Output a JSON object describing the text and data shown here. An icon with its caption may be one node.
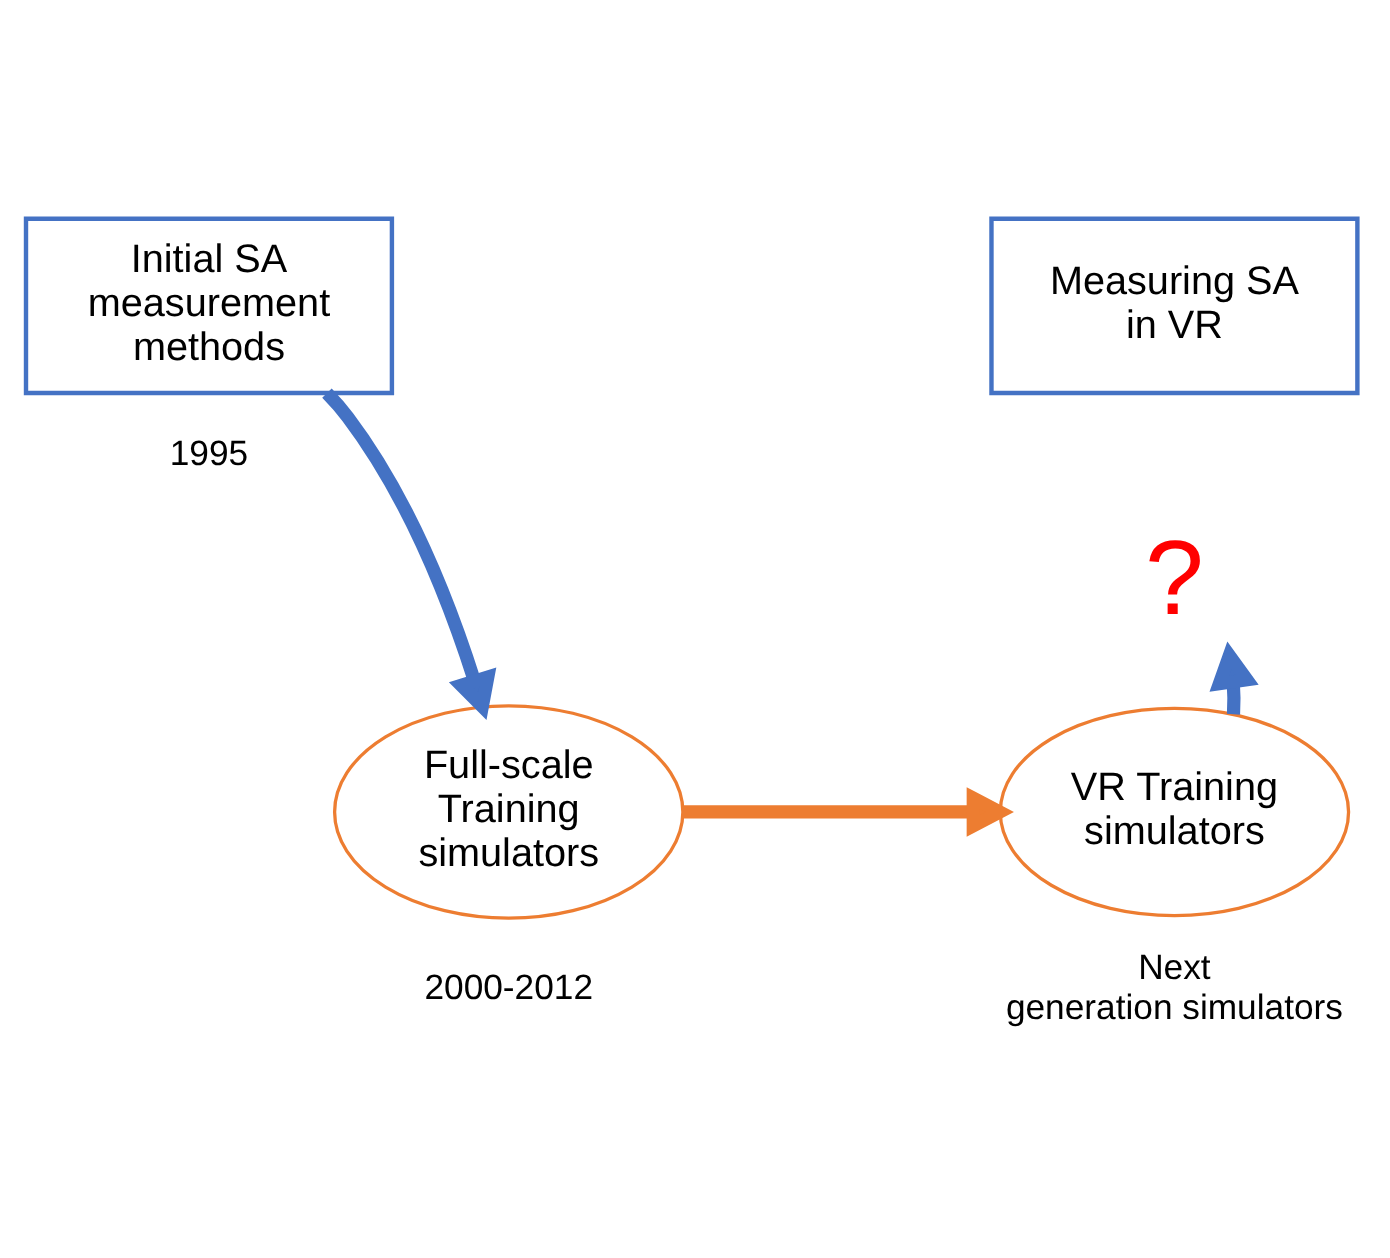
{
  "diagram": {
    "nodes": [
      {
        "text": [
          "Initial SA measurement methods"
        ],
        "beside": [
          "1995"
        ]
      },
      {
        "text": [
          "Measuring SA in VR"
        ]
      },
      {
        "text": [
          "?"
        ]
      },
      {
        "text": [
          "Full-scale Training simulators"
        ],
        "beside": [
          "2000-2012"
        ]
      },
      {
        "text": [
          "VR Training simulators"
        ],
        "beside": [
          "Next generation simulators"
        ]
      }
    ],
    "edges": [
      {
        "from": 0,
        "to": 3,
        "arrow": "to"
      },
      {
        "from": 3,
        "to": 4,
        "arrow": "to",
        "color": "#ed7d31"
      },
      {
        "from": 4,
        "to": 2,
        "arrow": "to"
      }
    ]
  }
}
